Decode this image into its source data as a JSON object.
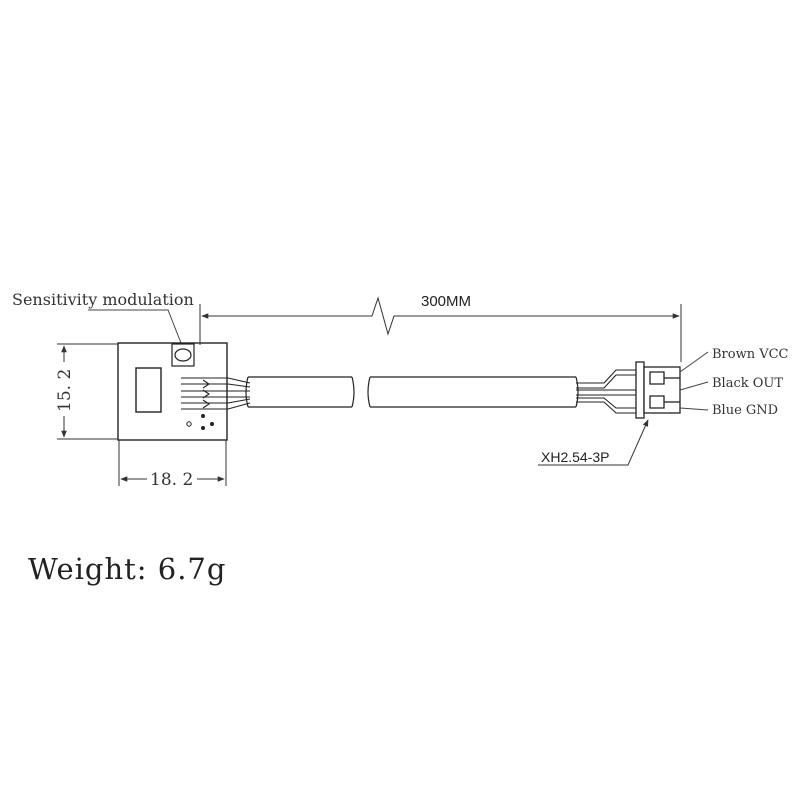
{
  "labels": {
    "sensitivity": "Sensitivity modulation",
    "length": "300MM",
    "height_dim": "15. 2",
    "width_dim": "18. 2",
    "connector": "XH2.54-3P",
    "wire_vcc": "Brown VCC",
    "wire_out": "Black OUT",
    "wire_gnd": "Blue GND"
  },
  "weight": "Weight: 6.7g"
}
